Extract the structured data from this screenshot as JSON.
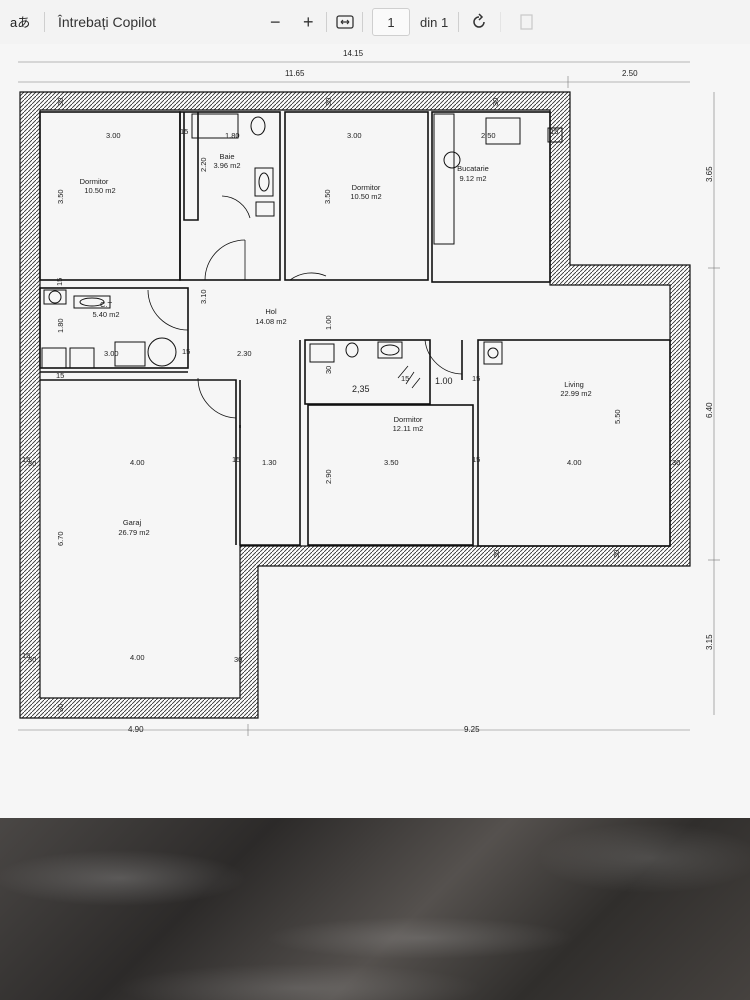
{
  "toolbar": {
    "app_icon": "translate-icon",
    "copilot_prompt": "Întrebați Copilot",
    "zoom_out": "−",
    "zoom_in": "+",
    "fit_icon": "fit-page-icon",
    "page_number": "1",
    "page_count_label": "din 1",
    "rotate_icon": "rotate-icon"
  },
  "plan": {
    "dims_top": {
      "total": "14.15",
      "left": "11.65",
      "right": "2.50"
    },
    "dims_bottom": {
      "left": "4.90",
      "right": "9.25"
    },
    "dims_right": {
      "top": "3.65",
      "middle": "6.40",
      "bottom": "3.15"
    },
    "rooms": [
      {
        "name": "Dormitor",
        "area": "10.50 m2"
      },
      {
        "name": "Baie",
        "area": "3.96 m2"
      },
      {
        "name": "Dormitor",
        "area": "10.50 m2"
      },
      {
        "name": "Bucatarie",
        "area": "9.12 m2"
      },
      {
        "name": "C.T",
        "area": "5.40 m2"
      },
      {
        "name": "Hol",
        "area": "14.08 m2"
      },
      {
        "name": "Dormitor",
        "area": "12.11 m2"
      },
      {
        "name": "Living",
        "area": "22.99 m2"
      },
      {
        "name": "Garaj",
        "area": "26.79 m2"
      }
    ],
    "labels": [
      "30",
      "30",
      "30",
      "3.00",
      "15",
      "1.80",
      "3.00",
      "2.50",
      "15",
      "2.20",
      "3.50",
      "3.50",
      "15",
      "3.10",
      "1.80",
      "3.00",
      "15",
      "2.30",
      "1.00",
      "30",
      "2,35",
      "15",
      "1.00",
      "15",
      "15",
      "30",
      "4.00",
      "15",
      "1.30",
      "3.50",
      "15",
      "4.00",
      "30",
      "5.50",
      "2.90",
      "6.70",
      "30",
      "30",
      "30",
      "4.00",
      "30",
      "30",
      "15",
      "15"
    ]
  }
}
